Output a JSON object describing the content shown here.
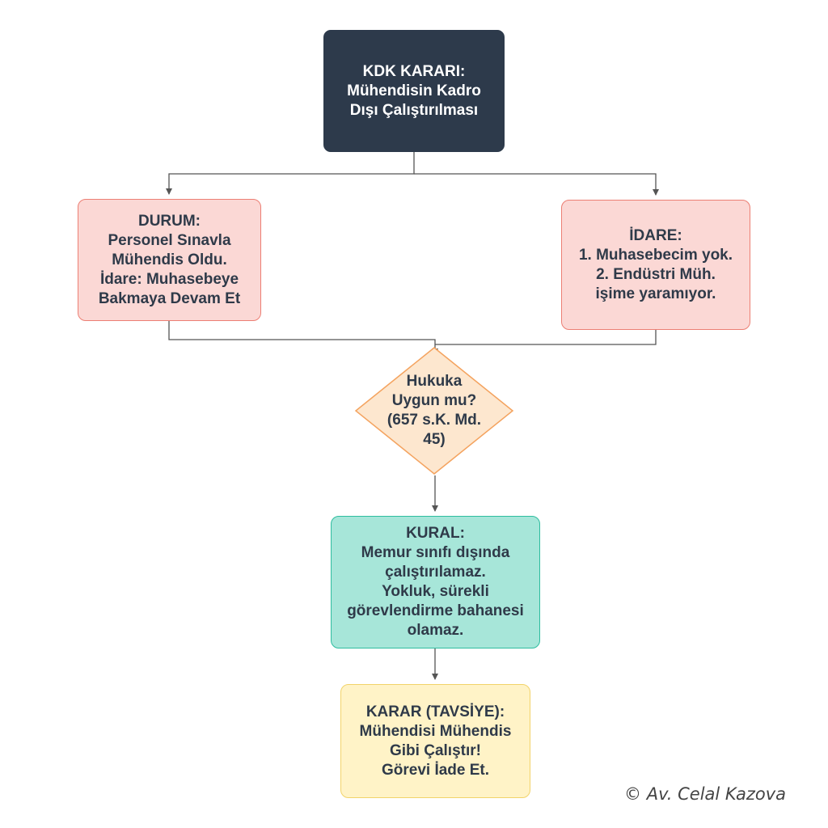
{
  "nodes": {
    "top": "KDK KARARI:\nMühendisin Kadro\nDışı Çalıştırılması",
    "left": "DURUM:\nPersonel Sınavla\nMühendis Oldu.\nİdare: Muhasebeye\nBakmaya Devam Et",
    "right": "İDARE:\n1. Muhasebecim yok.\n2. Endüstri Müh.\nişime yaramıyor.",
    "question": "Hukuka\nUygun mu?\n(657 s.K. Md.\n45)",
    "rule": "KURAL:\nMemur sınıfı dışında\nçalıştırılamaz.\nYokluk, sürekli\ngörevlendirme bahanesi\nolamaz.",
    "decision": "KARAR (TAVSİYE):\nMühendisi Mühendis\nGibi Çalıştır!\nGörevi İade Et."
  },
  "copyright": "© Av. Celal Kazova",
  "colors": {
    "dark_box": "#2d3a4b",
    "pink_fill": "#fbd8d5",
    "pink_border": "#ec7f74",
    "diamond_fill": "#fde7cf",
    "diamond_border": "#f4a35f",
    "green_fill": "#a7e6d9",
    "green_border": "#2ebd9f",
    "yellow_fill": "#fff3c7",
    "yellow_border": "#f2d36a",
    "connector": "#555555"
  }
}
